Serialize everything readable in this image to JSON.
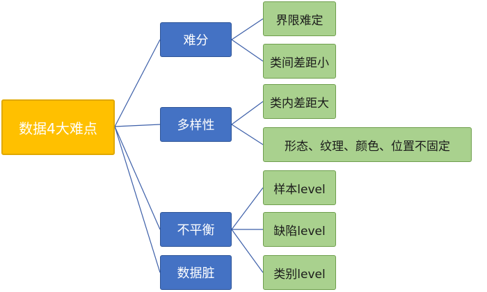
{
  "root": {
    "label": "数据4大难点"
  },
  "categories": [
    {
      "label": "难分",
      "children": [
        "界限难定",
        "类间差距小"
      ]
    },
    {
      "label": "多样性",
      "children": [
        "类内差距大",
        "形态、纹理、颜色、位置不固定"
      ]
    },
    {
      "label": "不平衡",
      "children": [
        "样本level",
        "缺陷level",
        "类别level"
      ]
    },
    {
      "label": "数据脏",
      "children": []
    }
  ]
}
